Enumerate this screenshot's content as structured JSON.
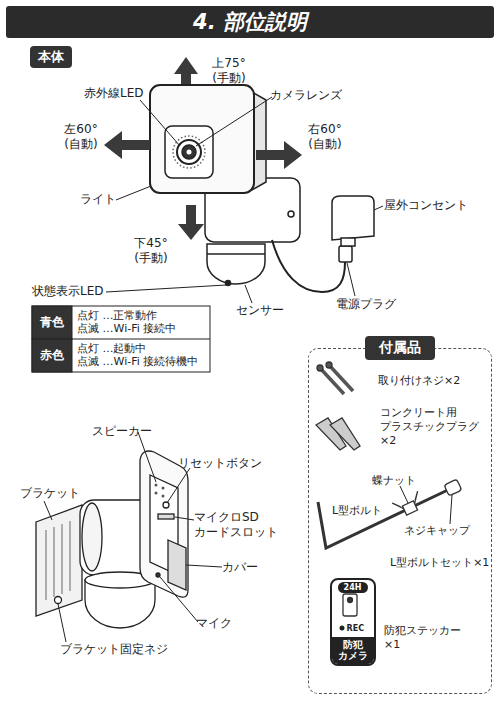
{
  "diagram": {
    "title": "4. 部位説明",
    "nodes": [
      {
        "text": [
          "本体"
        ]
      },
      {
        "text": [
          "付属品"
        ]
      },
      {
        "text": [
          "24H",
          "REC",
          "防犯 カメラ"
        ],
        "in": 1
      }
    ],
    "labels": [
      "赤外線LED",
      "上75° (手動)",
      "カメラレンズ",
      "左60° (自動)",
      "右60° (自動)",
      "ライト",
      "屋外コンセント",
      "下45° (手動)",
      "状態表示LED",
      "センサー",
      "電源プラグ",
      "青色",
      "点灯 …正常動作",
      "点滅 …Wi-Fi 接続中",
      "赤色",
      "点灯 …起動中",
      "点滅 …Wi-Fi 接続待機中",
      "スピーカー",
      "リセットボタン",
      "ブラケット",
      "マイクロSD カードスロット",
      "カバー",
      "マイク",
      "ブラケット固定ネジ",
      "取り付けネジ×2",
      "コンクリート用 プラスチックプラグ ×2",
      "蝶ナット",
      "L型ボルト",
      "ネジキャップ",
      "L型ボルトセット×1",
      "防犯ステッカー ×1"
    ]
  }
}
